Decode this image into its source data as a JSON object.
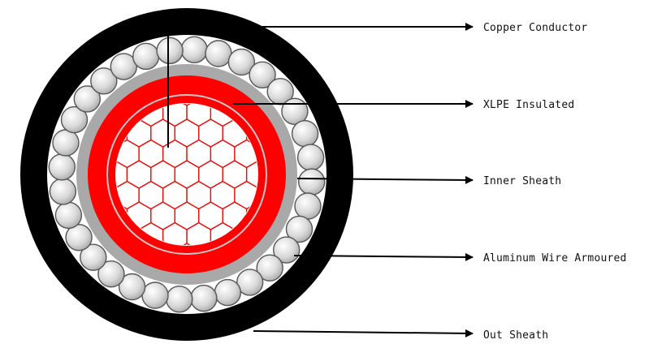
{
  "labels": {
    "copper_conductor": "Copper Conductor",
    "xlpe_insulated": "XLPE Insulated",
    "inner_sheath": "Inner Sheath",
    "aluminum_wire_armoured": "Aluminum Wire Armoured",
    "out_sheath": "Out Sheath"
  },
  "colors": {
    "out_sheath": "#000000",
    "armour_bed": "#ffffff",
    "armour_wire": "#d6d6d6",
    "inner_sheath": "#a9a9a9",
    "insulation": "#ff0000",
    "conductor_fill": "#ffffff",
    "conductor_mesh": "#e01010",
    "leader": "#000000"
  },
  "armour_wire_count": 32
}
